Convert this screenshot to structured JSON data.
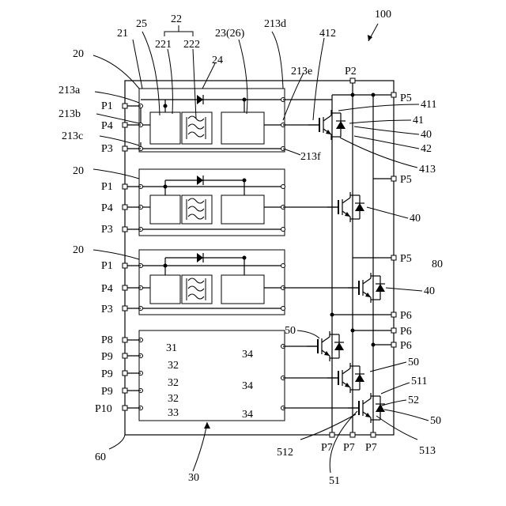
{
  "labels": {
    "n100": "100",
    "n20": "20",
    "n21": "21",
    "n25": "25",
    "n22": "22",
    "n221": "221",
    "n222": "222",
    "n24": "24",
    "n23": "23(26)",
    "n213d": "213d",
    "n213e": "213e",
    "n213f": "213f",
    "n213a": "213a",
    "n213b": "213b",
    "n213c": "213c",
    "n412": "412",
    "n411": "411",
    "n41": "41",
    "n40": "40",
    "n42": "42",
    "n413": "413",
    "n80": "80",
    "n50": "50",
    "n511": "511",
    "n52": "52",
    "n512": "512",
    "n513": "513",
    "n51": "51",
    "n30": "30",
    "n60": "60",
    "n31": "31",
    "n32": "32",
    "n33": "33",
    "n34": "34"
  },
  "pins": {
    "P1": "P1",
    "P2": "P2",
    "P3": "P3",
    "P4": "P4",
    "P5": "P5",
    "P6": "P6",
    "P7": "P7",
    "P8": "P8",
    "P9": "P9",
    "P10": "P10"
  }
}
